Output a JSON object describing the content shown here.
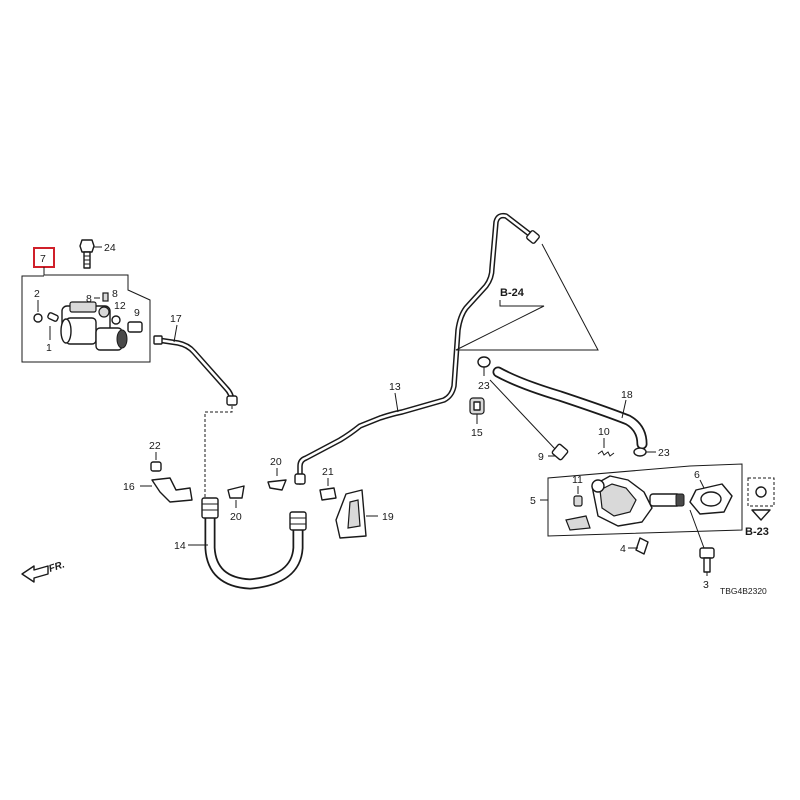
{
  "diagram": {
    "catalog_code": "TBG4B2320",
    "direction_label": "FR.",
    "highlight_color": "#d0202a",
    "line_color": "#1a1a1a",
    "reference_labels": {
      "b24": "B-24",
      "b23": "B-23"
    },
    "callouts": {
      "c7": "7",
      "c24": "24",
      "c2": "2",
      "c8a": "8",
      "c8b": "8",
      "c12": "12",
      "c9a": "9",
      "c1": "1",
      "c17": "17",
      "c13": "13",
      "c23a": "23",
      "c15": "15",
      "c18": "18",
      "c10": "10",
      "c23b": "23",
      "c9b": "9",
      "c22": "22",
      "c16": "16",
      "c20a": "20",
      "c20b": "20",
      "c21": "21",
      "c19": "19",
      "c14": "14",
      "c5": "5",
      "c11": "11",
      "c6": "6",
      "c4": "4",
      "c3": "3"
    }
  }
}
